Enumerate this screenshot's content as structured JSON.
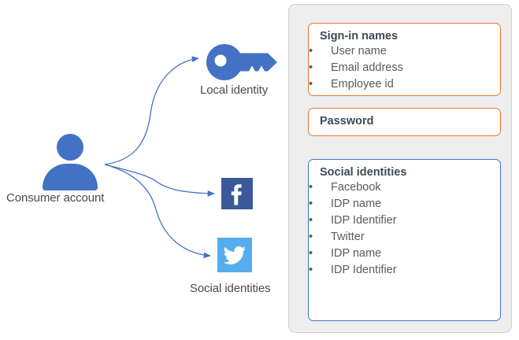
{
  "diagram": {
    "nodes": [
      {
        "id": "consumer-account",
        "label": "Consumer account",
        "icon": "person-icon",
        "color": "#4472c4"
      },
      {
        "id": "local-identity",
        "label": "Local identity",
        "icon": "key-icon",
        "color": "#4472c4"
      },
      {
        "id": "facebook",
        "label": "",
        "icon": "facebook-icon",
        "color": "#3b5998"
      },
      {
        "id": "twitter",
        "label": "",
        "icon": "twitter-icon",
        "color": "#55acee"
      },
      {
        "id": "social-identities",
        "label": "Social identities",
        "icon": "",
        "color": "#4a4a4a"
      }
    ],
    "arrow_color": "#4472c4"
  },
  "panel": {
    "background": "#eeeeee",
    "boxes": [
      {
        "id": "sign-in-names",
        "title": "Sign-in names",
        "accent": "#e8762c",
        "items": [
          {
            "text": "User name",
            "level": 1
          },
          {
            "text": "Email address",
            "level": 1
          },
          {
            "text": "Employee id",
            "level": 1
          }
        ]
      },
      {
        "id": "password",
        "title": "Password",
        "accent": "#e8762c",
        "items": []
      },
      {
        "id": "social-identities",
        "title": "Social identities",
        "accent": "#4472c4",
        "items": [
          {
            "text": "Facebook",
            "level": 1
          },
          {
            "text": "IDP name",
            "level": 2
          },
          {
            "text": "IDP Identifier",
            "level": 2
          },
          {
            "text": "Twitter",
            "level": 1
          },
          {
            "text": "IDP name",
            "level": 2
          },
          {
            "text": "IDP Identifier",
            "level": 2
          }
        ]
      }
    ]
  },
  "bullet_glyph": "•"
}
